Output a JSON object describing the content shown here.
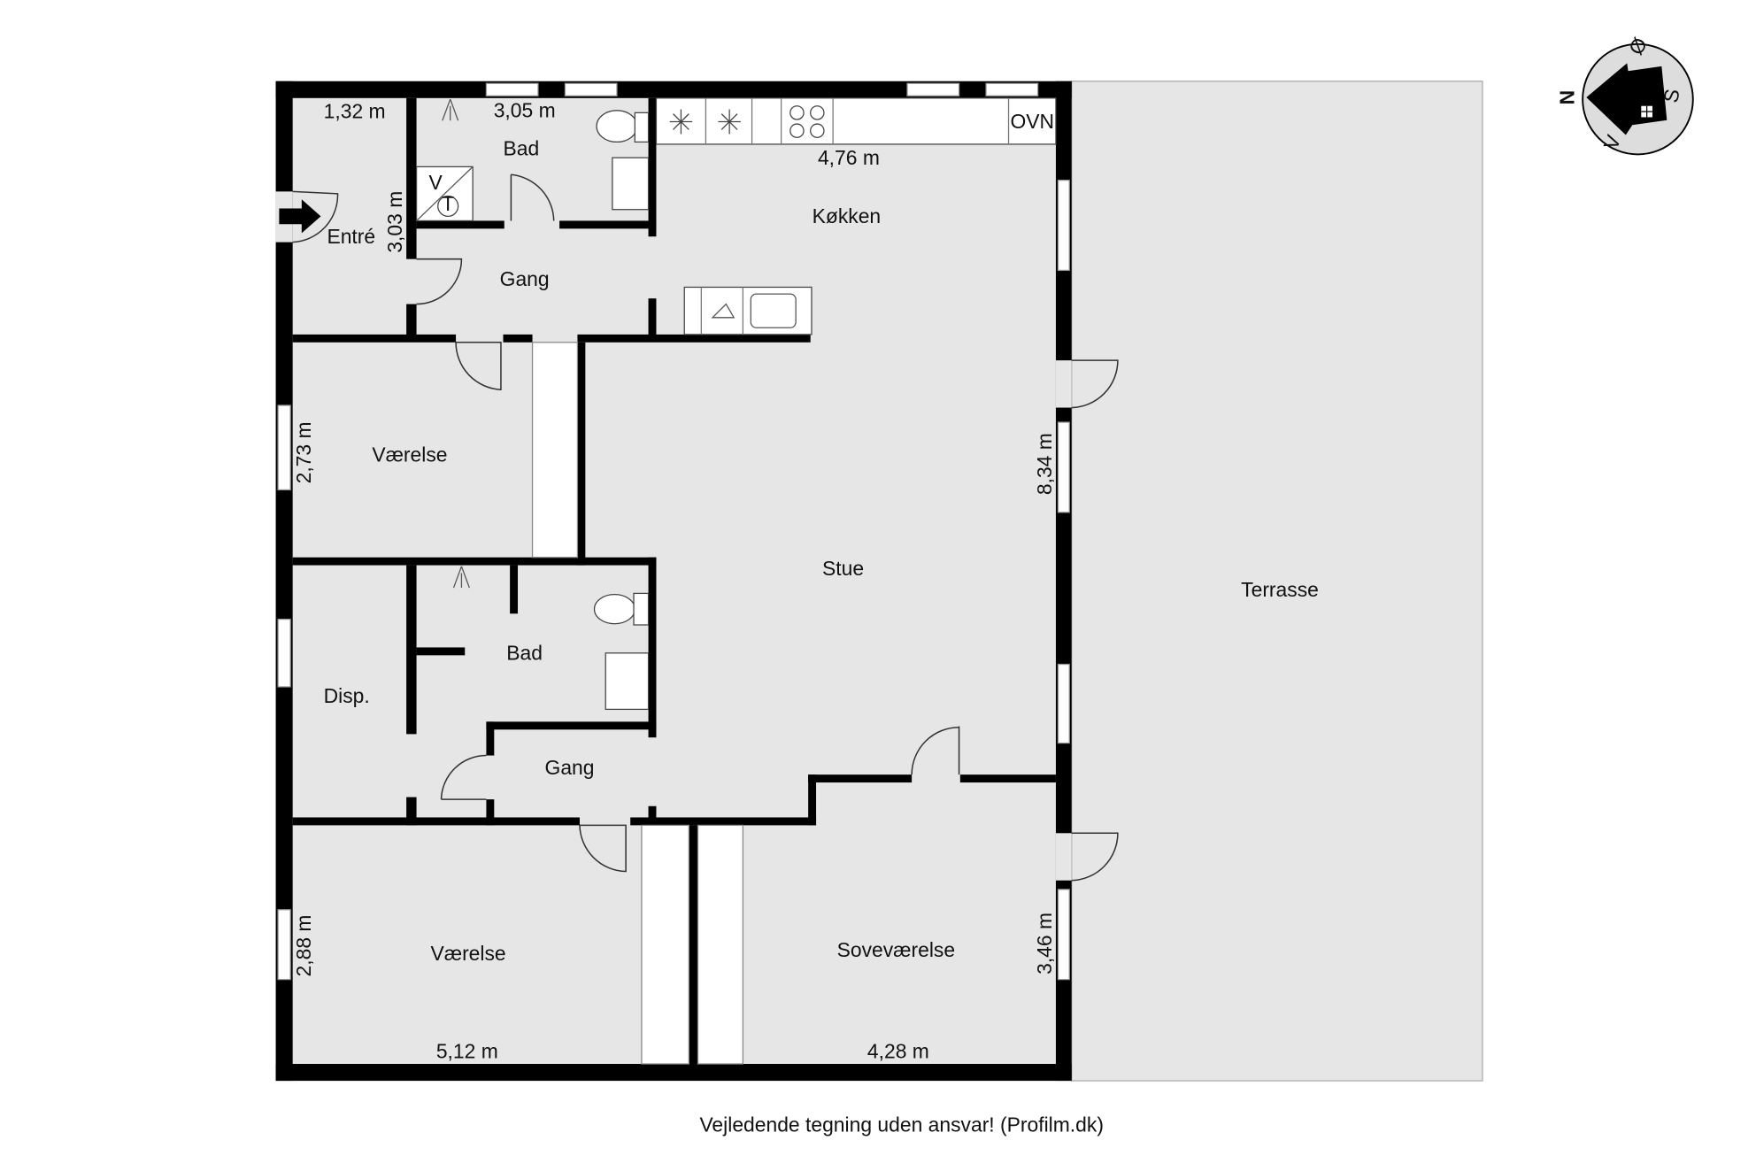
{
  "rooms": {
    "entre": "Entré",
    "bad1": "Bad",
    "kokken": "Køkken",
    "gang1": "Gang",
    "vaerelse1": "Værelse",
    "stue": "Stue",
    "bad2": "Bad",
    "disp": "Disp.",
    "gang2": "Gang",
    "vaerelse2": "Værelse",
    "sovevaerelse": "Soveværelse",
    "terrasse": "Terrasse"
  },
  "dimensions": {
    "d1": "1,32 m",
    "d2": "3,05 m",
    "d3": "4,76 m",
    "d4": "3,03 m",
    "d5": "2,73 m",
    "d6": "8,34 m",
    "d7": "2,88 m",
    "d8": "3,46 m",
    "d9": "5,12 m",
    "d10": "4,28 m"
  },
  "fixtures": {
    "oven": "OVN",
    "washer": "V",
    "dryer": "T"
  },
  "compass": {
    "n": "N",
    "o": "Ø",
    "s": "S",
    "v": "V"
  },
  "footer": "Vejledende tegning uden ansvar! (Profilm.dk)"
}
